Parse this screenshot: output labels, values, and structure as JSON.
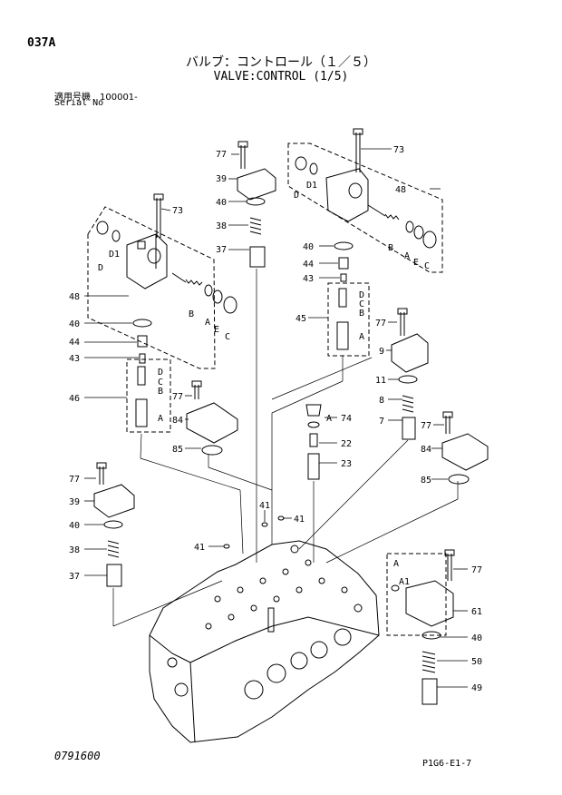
{
  "header": {
    "page_code": "037A",
    "title_jp": "バルブ：コントロール（１／５）",
    "title_en": "VALVE:CONTROL (1/5)",
    "serial_jp": "適用号機　100001-",
    "serial_en": "Serial No"
  },
  "footer": {
    "doc_no": "0791600",
    "fig_code": "P1G6-E1-7"
  },
  "callouts": [
    {
      "id": "c77a",
      "text": "77"
    },
    {
      "id": "c39a",
      "text": "39"
    },
    {
      "id": "c40a",
      "text": "40"
    },
    {
      "id": "c38a",
      "text": "38"
    },
    {
      "id": "c37a",
      "text": "37"
    },
    {
      "id": "c73a",
      "text": "73"
    },
    {
      "id": "c48a",
      "text": "48"
    },
    {
      "id": "c40b",
      "text": "40"
    },
    {
      "id": "c44a",
      "text": "44"
    },
    {
      "id": "c43a",
      "text": "43"
    },
    {
      "id": "c46",
      "text": "46"
    },
    {
      "id": "c73b",
      "text": "73"
    },
    {
      "id": "c48b",
      "text": "48"
    },
    {
      "id": "c40c",
      "text": "40"
    },
    {
      "id": "c44b",
      "text": "44"
    },
    {
      "id": "c43b",
      "text": "43"
    },
    {
      "id": "c45",
      "text": "45"
    },
    {
      "id": "c77b",
      "text": "77"
    },
    {
      "id": "c9",
      "text": "9"
    },
    {
      "id": "c11",
      "text": "11"
    },
    {
      "id": "c8",
      "text": "8"
    },
    {
      "id": "c7",
      "text": "7"
    },
    {
      "id": "c77c",
      "text": "77"
    },
    {
      "id": "c84a",
      "text": "84"
    },
    {
      "id": "c85a",
      "text": "85"
    },
    {
      "id": "c74",
      "text": "74"
    },
    {
      "id": "c22",
      "text": "22"
    },
    {
      "id": "c23",
      "text": "23"
    },
    {
      "id": "c77d",
      "text": "77"
    },
    {
      "id": "c84b",
      "text": "84"
    },
    {
      "id": "c85b",
      "text": "85"
    },
    {
      "id": "c77e",
      "text": "77"
    },
    {
      "id": "c39b",
      "text": "39"
    },
    {
      "id": "c40d",
      "text": "40"
    },
    {
      "id": "c38b",
      "text": "38"
    },
    {
      "id": "c37b",
      "text": "37"
    },
    {
      "id": "c41a",
      "text": "41"
    },
    {
      "id": "c41b",
      "text": "41"
    },
    {
      "id": "c41c",
      "text": "41"
    },
    {
      "id": "c77f",
      "text": "77"
    },
    {
      "id": "c61",
      "text": "61"
    },
    {
      "id": "c40e",
      "text": "40"
    },
    {
      "id": "c50",
      "text": "50"
    },
    {
      "id": "c49",
      "text": "49"
    }
  ],
  "letters": [
    {
      "id": "lD1",
      "text": "D"
    },
    {
      "id": "lD1b",
      "text": "D1"
    },
    {
      "id": "lBa",
      "text": "B"
    },
    {
      "id": "lAa",
      "text": "A"
    },
    {
      "id": "lEa",
      "text": "E"
    },
    {
      "id": "lCa",
      "text": "C"
    },
    {
      "id": "lD2",
      "text": "D"
    },
    {
      "id": "lD1c",
      "text": "D1"
    },
    {
      "id": "lBb",
      "text": "B"
    },
    {
      "id": "lAb",
      "text": "A"
    },
    {
      "id": "lEb",
      "text": "E"
    },
    {
      "id": "lCb",
      "text": "C"
    },
    {
      "id": "l46D",
      "text": "D"
    },
    {
      "id": "l46C",
      "text": "C"
    },
    {
      "id": "l46B",
      "text": "B"
    },
    {
      "id": "l46A",
      "text": "A"
    },
    {
      "id": "l45D",
      "text": "D"
    },
    {
      "id": "l45C",
      "text": "C"
    },
    {
      "id": "l45B",
      "text": "B"
    },
    {
      "id": "l45A",
      "text": "A"
    },
    {
      "id": "l74A",
      "text": "A"
    },
    {
      "id": "l61A",
      "text": "A"
    },
    {
      "id": "l61A1",
      "text": "A1"
    }
  ]
}
